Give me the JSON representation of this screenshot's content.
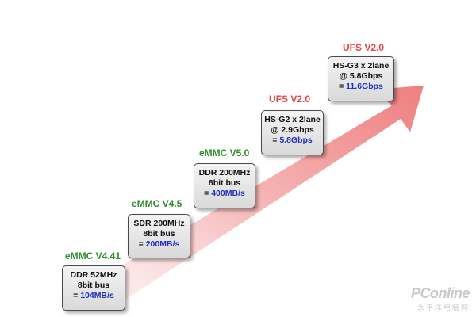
{
  "colors": {
    "emmc_label": "#2e8b2e",
    "ufs_label": "#e04848",
    "highlight": "#2030c0",
    "arrow": "#f08a8a"
  },
  "stages": [
    {
      "label": "eMMC V4.41",
      "line1": "DDR 52MHz",
      "line2": "8bit bus",
      "prefix": "= ",
      "result": "104MB/s"
    },
    {
      "label": "eMMC V4.5",
      "line1": "SDR 200MHz",
      "line2": "8bit bus",
      "prefix": "= ",
      "result": "200MB/s"
    },
    {
      "label": "eMMC V5.0",
      "line1": "DDR 200MHz",
      "line2": "8bit bus",
      "prefix": "= ",
      "result": "400MB/s"
    },
    {
      "label": "UFS V2.0",
      "line1": "HS-G2 x 2lane",
      "line2": "@ 2.9Gbps",
      "prefix": "= ",
      "result": "5.8Gbps"
    },
    {
      "label": "UFS V2.0",
      "line1": "HS-G3 x 2lane",
      "line2": "@ 5.8Gbps",
      "prefix": "= ",
      "result": "11.6Gbps"
    }
  ],
  "watermark": {
    "main": "PConline",
    "sub": "太平洋电脑网"
  }
}
